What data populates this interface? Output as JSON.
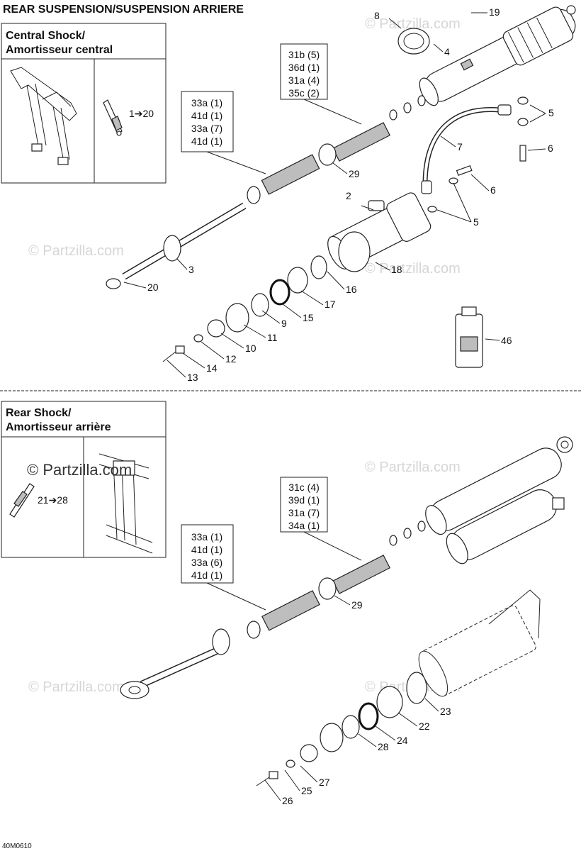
{
  "diagram": {
    "title": "REAR SUSPENSION/SUSPENSION ARRIERE",
    "code": "40M0610",
    "watermark": "© Partzilla.com",
    "sections": [
      {
        "id": "central",
        "heading_line1": "Central Shock/",
        "heading_line2": "Amortisseur central",
        "inset_range": "1➔20",
        "kit_upper": [
          "31b (5)",
          "36d (1)",
          "31a (4)",
          "35c (2)"
        ],
        "kit_lower": [
          "33a (1)",
          "41d (1)",
          "33a (7)",
          "41d (1)"
        ],
        "callouts": [
          "19",
          "8",
          "4",
          "5",
          "7",
          "6",
          "6",
          "2",
          "5",
          "29",
          "3",
          "18",
          "20",
          "16",
          "17",
          "15",
          "9",
          "11",
          "10",
          "12",
          "14",
          "13",
          "46"
        ]
      },
      {
        "id": "rear",
        "heading_line1": "Rear Shock/",
        "heading_line2": "Amortisseur arrière",
        "inset_range": "21➔28",
        "kit_upper": [
          "31c (4)",
          "39d (1)",
          "31a (7)",
          "34a (1)"
        ],
        "kit_lower": [
          "33a (1)",
          "41d (1)",
          "33a (6)",
          "41d (1)"
        ],
        "callouts": [
          "29",
          "23",
          "22",
          "24",
          "28",
          "27",
          "25",
          "26"
        ]
      }
    ]
  }
}
